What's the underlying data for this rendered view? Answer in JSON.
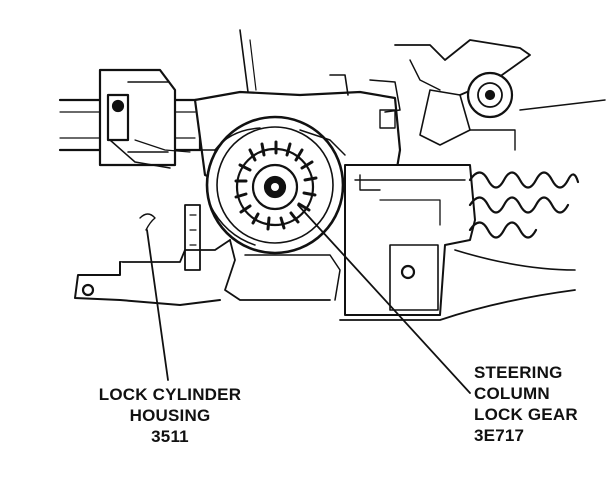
{
  "callouts": {
    "lock_cylinder_housing": {
      "lines": [
        "LOCK CYLINDER",
        "HOUSING",
        "3511"
      ]
    },
    "steering_column_lock_gear": {
      "lines": [
        "STEERING",
        "COLUMN",
        "LOCK GEAR",
        "3E717"
      ]
    }
  },
  "colors": {
    "ink": "#111111",
    "paper": "#ffffff"
  }
}
